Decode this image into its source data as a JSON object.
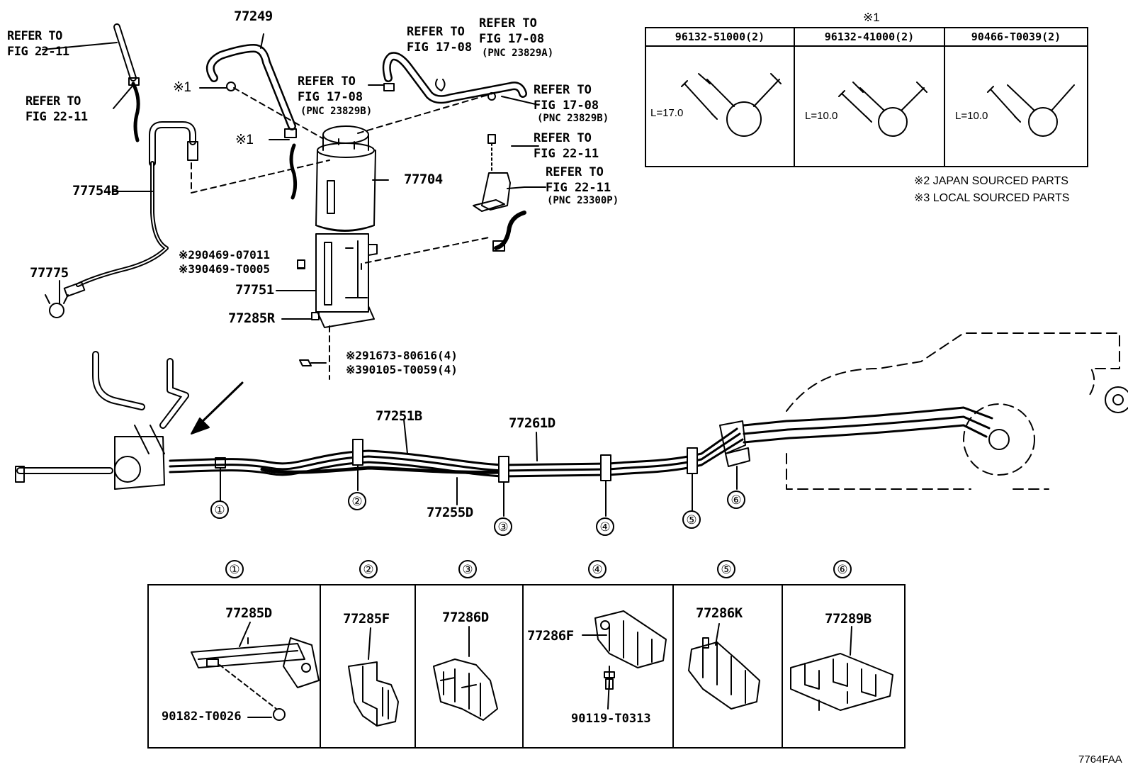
{
  "header_refs": {
    "r1": "REFER TO\nFIG 22-11",
    "r2": "REFER TO\nFIG 22-11",
    "r3": "REFER TO\nFIG 17-08",
    "r3_pnc": "(PNC 23829B)",
    "r4": "REFER TO\nFIG 17-08",
    "r5": "REFER TO\nFIG 17-08",
    "r5_pnc": "(PNC 23829A)",
    "r6": "REFER TO\nFIG 17-08",
    "r6_pnc": "(PNC 23829B)",
    "r7": "REFER TO\nFIG 22-11",
    "r8": "REFER TO\nFIG 22-11",
    "r8_pnc": "(PNC 23300P)"
  },
  "parts": {
    "p77249": "77249",
    "p77754B": "77754B",
    "p77775": "77775",
    "p77704": "77704",
    "p77751": "77751",
    "p77285R": "77285R",
    "p90469a": "※290469-07011",
    "p90469b": "※390469-T0005",
    "p91673": "※291673-80616(4)",
    "p90105": "※390105-T0059(4)",
    "p77251B": "77251B",
    "p77261D": "77261D",
    "p77255D": "77255D",
    "mark1a": "※1",
    "mark1b": "※1"
  },
  "clip_table": {
    "mark": "※1",
    "columns": [
      {
        "part": "96132-51000(2)",
        "dim": "L=17.0"
      },
      {
        "part": "96132-41000(2)",
        "dim": "L=10.0"
      },
      {
        "part": "90466-T0039(2)",
        "dim": "L=10.0"
      }
    ]
  },
  "notes": {
    "n2": "※2 JAPAN SOURCED PARTS",
    "n3": "※3 LOCAL SOURCED PARTS"
  },
  "callouts": [
    "①",
    "②",
    "③",
    "④",
    "⑤",
    "⑥"
  ],
  "detail_panels": [
    {
      "num": "①",
      "part": "77285D",
      "sub": "90182-T0026"
    },
    {
      "num": "②",
      "part": "77285F",
      "sub": ""
    },
    {
      "num": "③",
      "part": "77286D",
      "sub": ""
    },
    {
      "num": "④",
      "part": "77286F",
      "sub": "90119-T0313"
    },
    {
      "num": "⑤",
      "part": "77286K",
      "sub": ""
    },
    {
      "num": "⑥",
      "part": "77289B",
      "sub": ""
    }
  ],
  "figure_code": "7764FAA"
}
